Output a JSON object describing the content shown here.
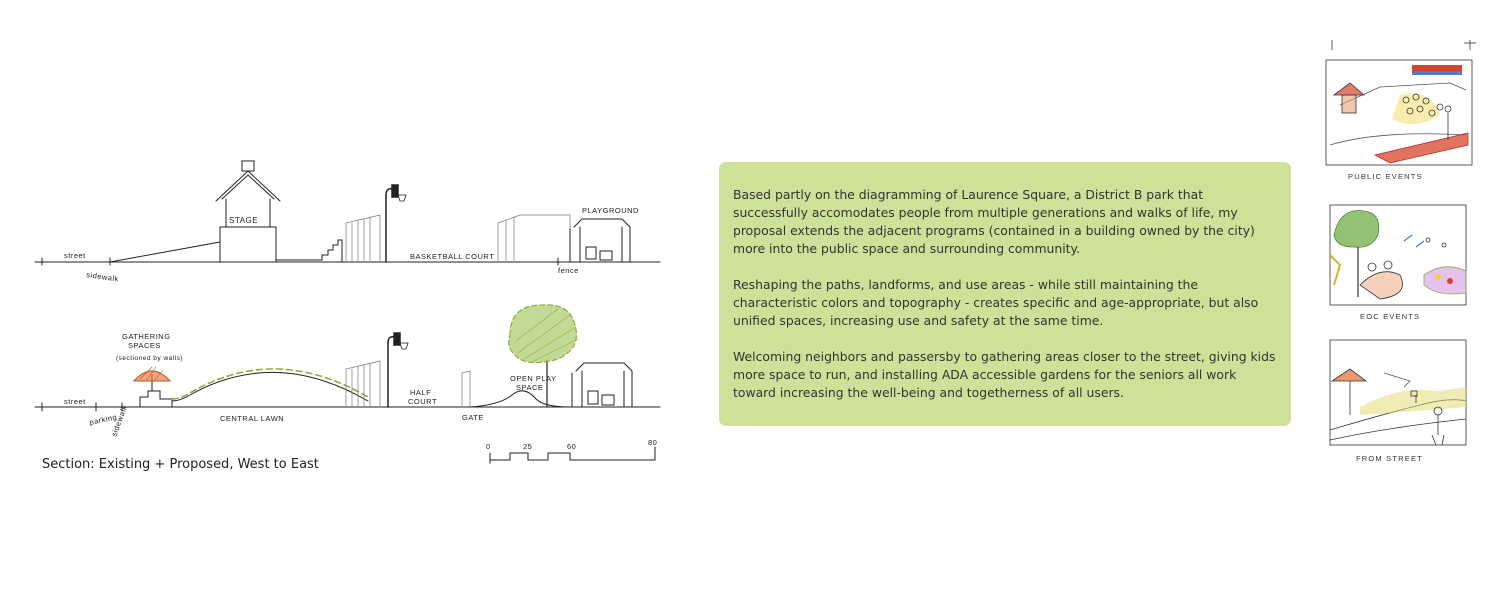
{
  "sections": {
    "existing": {
      "labels": {
        "street": "street",
        "sidewalk": "sidewalk",
        "stage": "STAGE",
        "basketball_court": "BASKETBALL COURT",
        "playground": "PLAYGROUND",
        "fence": "fence"
      }
    },
    "proposed": {
      "labels": {
        "gathering_title": "GATHERING",
        "gathering_title2": "SPACES",
        "gathering_note": "(sectioned by walls)",
        "street": "street",
        "parking": "parking",
        "sidewalk": "sidewalk",
        "central_lawn": "CENTRAL LAWN",
        "half_court_1": "HALF",
        "half_court_2": "COURT",
        "gate": "GATE",
        "open_play_1": "OPEN PLAY",
        "open_play_2": "SPACE"
      }
    },
    "scale_bar": {
      "labels": [
        "0",
        "25",
        "60",
        "80"
      ]
    },
    "caption": "Section: Existing + Proposed, West to East"
  },
  "description": {
    "paragraphs": [
      "Based partly on the diagramming of Laurence Square, a District B park that successfully accomodates people from multiple generations and walks of life, my proposal extends the adjacent programs (contained in a building owned by the city) more into the public space and surrounding community.",
      "Reshaping the paths, landforms, and use areas - while still maintaining the characteristic colors and topography - creates specific and age-appropriate, but also unified spaces, increasing use and safety at the same time.",
      "Welcoming neighbors and passersby to gathering areas closer to the street, giving kids more space to run, and installing ADA accessible gardens for the seniors all work toward increasing the well-being and togetherness of all users."
    ]
  },
  "thumbnails": [
    {
      "label": "PUBLIC EVENTS"
    },
    {
      "label": "EOC EVENTS"
    },
    {
      "label": "FROM STREET"
    }
  ],
  "colors": {
    "text_box_bg": "#cde199",
    "canopy_green": "#a9c96a",
    "umbrella_orange": "#e8743a",
    "accent_red": "#d9432b",
    "accent_blue": "#4a7fcf"
  }
}
